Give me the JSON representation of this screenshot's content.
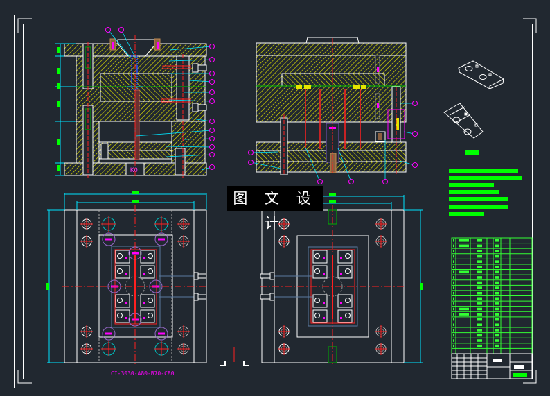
{
  "watermark": "图 文 设 计",
  "drawing": {
    "type": "injection mold assembly drawing",
    "views": [
      "front-section-view",
      "side-section-view",
      "fixed-half-plan-view",
      "moving-half-plan-view",
      "isometric-part-views"
    ],
    "section_label": "KO",
    "background_color": "#212830",
    "colors": {
      "outline": "#ffffff",
      "hatch": "#e6e600",
      "centerline": "#ff2020",
      "leader": "#00e5ff",
      "balloon": "#ff00ff",
      "dimension_text": "#00ff00",
      "table_lines": "#33ff33",
      "cooling": "#5a7aa0"
    },
    "balloon_count_front": 15,
    "balloon_count_side": 9
  },
  "tech_requirements": {
    "heading": "技术要求",
    "items": [
      "1.",
      "2.",
      "3."
    ]
  },
  "bom": {
    "row_count": 22
  },
  "plan_caption": "CI-3030-A80-B70-C80"
}
